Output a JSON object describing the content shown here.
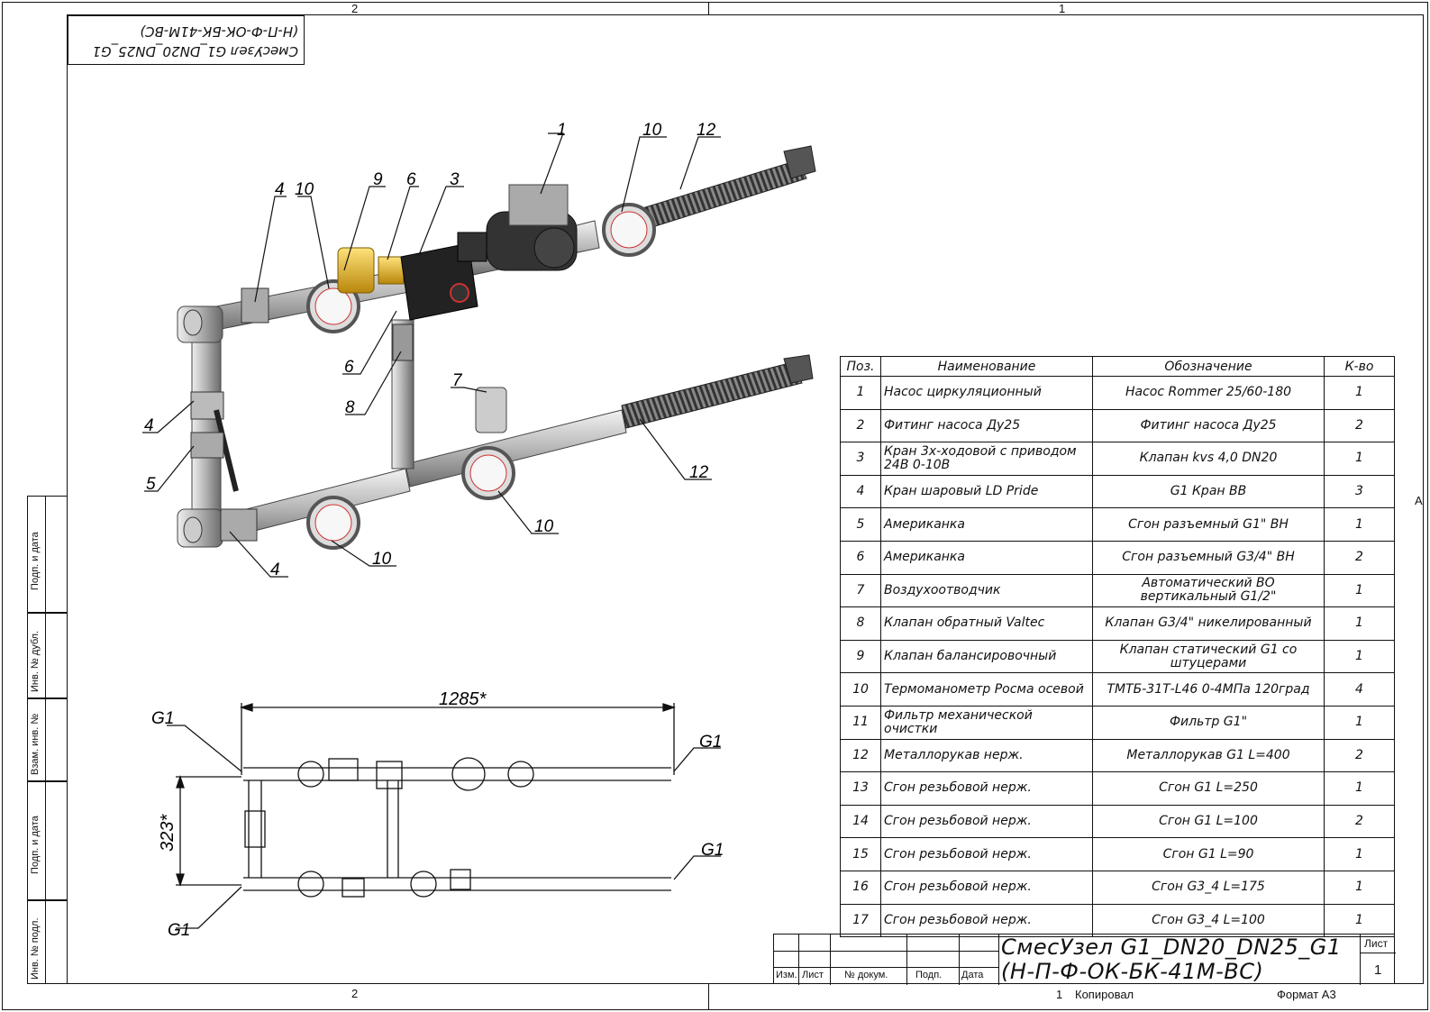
{
  "zones": {
    "top_left": "2",
    "top_right": "1",
    "bottom_left": "2",
    "bottom_right": "1",
    "side": "A"
  },
  "stamp_mirrored": {
    "line1": "СмесУзел G1_DN20_DN25_G1",
    "line2": "(Н-П-Ф-ОК-БК-41М-ВС)"
  },
  "side_labels": [
    "Подп. и дата",
    "Инв. № дубл.",
    "Взам. инв. №",
    "Подп. и дата",
    "Инв. № подл."
  ],
  "callouts": [
    "1",
    "10",
    "12",
    "4",
    "10",
    "9",
    "6",
    "3",
    "4",
    "5",
    "6",
    "8",
    "7",
    "12",
    "10",
    "10",
    "4"
  ],
  "plan": {
    "dim_width": "1285*",
    "dim_height": "323*",
    "g1_labels": [
      "G1",
      "G1",
      "G1",
      "G1"
    ]
  },
  "bom": {
    "headers": [
      "Поз.",
      "Наименование",
      "Обозначение",
      "К-во"
    ],
    "rows": [
      {
        "pos": "1",
        "name": "Насос циркуляционный",
        "code": "Насос Rommer 25/60-180",
        "qty": "1"
      },
      {
        "pos": "2",
        "name": "Фитинг насоса Ду25",
        "code": "Фитинг насоса Ду25",
        "qty": "2"
      },
      {
        "pos": "3",
        "name": "Кран 3х-ходовой с приводом 24В 0-10В",
        "code": "Клапан kvs 4,0 DN20",
        "qty": "1"
      },
      {
        "pos": "4",
        "name": "Кран шаровый LD Pride",
        "code": "G1 Кран ВВ",
        "qty": "3"
      },
      {
        "pos": "5",
        "name": "Американка",
        "code": "Сгон разъемный G1\" ВН",
        "qty": "1"
      },
      {
        "pos": "6",
        "name": "Американка",
        "code": "Сгон разъемный G3/4\" ВН",
        "qty": "2"
      },
      {
        "pos": "7",
        "name": "Воздухоотводчик",
        "code": "Автоматический ВО вертикальный G1/2\"",
        "qty": "1"
      },
      {
        "pos": "8",
        "name": "Клапан обратный Valtec",
        "code": "Клапан G3/4\" никелированный",
        "qty": "1"
      },
      {
        "pos": "9",
        "name": "Клапан балансировочный",
        "code": "Клапан статический G1 со штуцерами",
        "qty": "1"
      },
      {
        "pos": "10",
        "name": "Термоманометр Росма осевой",
        "code": "ТМТБ-31Т-L46 0-4МПа 120град",
        "qty": "4"
      },
      {
        "pos": "11",
        "name": "Фильтр механической очистки",
        "code": "Фильтр G1\"",
        "qty": "1"
      },
      {
        "pos": "12",
        "name": "Металлорукав нерж.",
        "code": "Металлорукав G1 L=400",
        "qty": "2"
      },
      {
        "pos": "13",
        "name": "Сгон резьбовой нерж.",
        "code": "Сгон G1 L=250",
        "qty": "1"
      },
      {
        "pos": "14",
        "name": "Сгон резьбовой нерж.",
        "code": "Сгон G1 L=100",
        "qty": "2"
      },
      {
        "pos": "15",
        "name": "Сгон резьбовой нерж.",
        "code": "Сгон G1 L=90",
        "qty": "1"
      },
      {
        "pos": "16",
        "name": "Сгон резьбовой нерж.",
        "code": "Сгон G3_4 L=175",
        "qty": "1"
      },
      {
        "pos": "17",
        "name": "Сгон резьбовой нерж.",
        "code": "Сгон G3_4 L=100",
        "qty": "1"
      }
    ]
  },
  "title_block": {
    "title_line1": "СмесУзел G1_DN20_DN25_G1",
    "title_line2": "(Н-П-Ф-ОК-БК-41М-ВС)",
    "cols": [
      "Изм.",
      "Лист",
      "№ докум.",
      "Подп.",
      "Дата"
    ],
    "sheet_label": "Лист",
    "sheet_no": "1"
  },
  "footer": {
    "copied": "Копировал",
    "format": "Формат А3",
    "sheet_index": "1"
  }
}
